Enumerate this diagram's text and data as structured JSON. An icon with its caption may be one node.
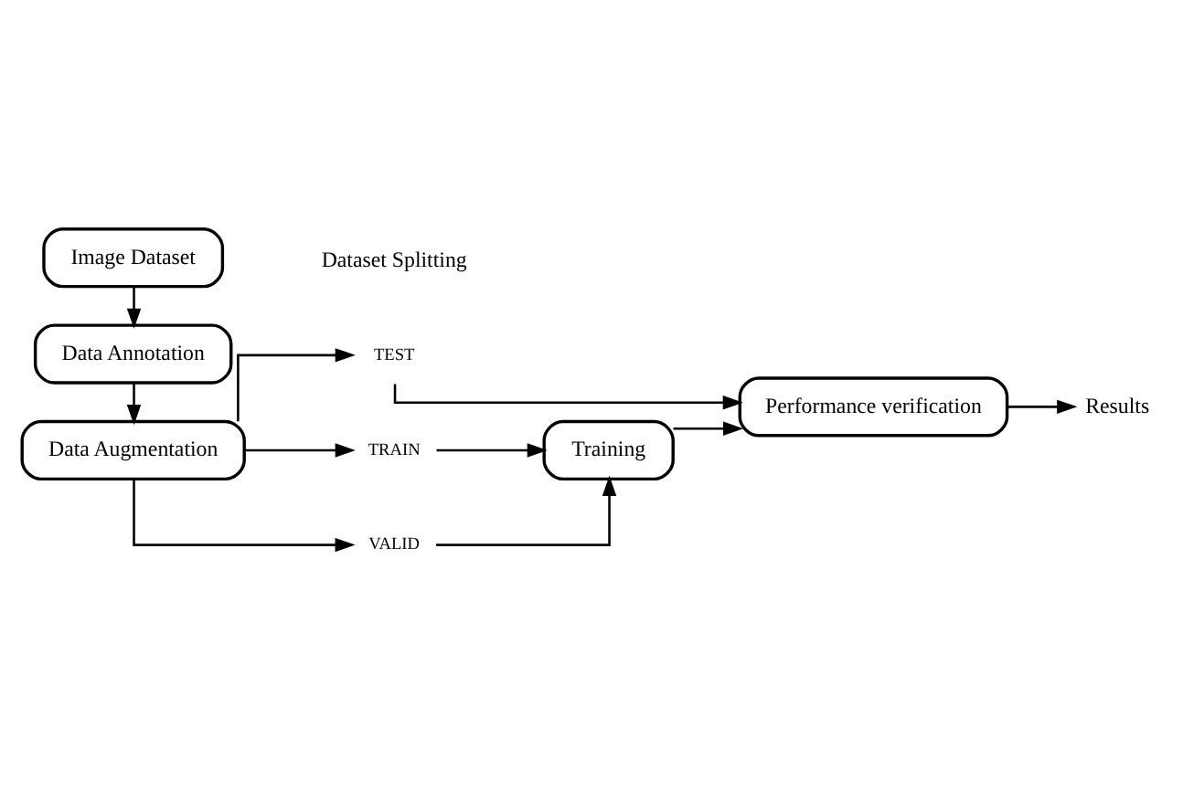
{
  "diagram": {
    "nodes": [
      {
        "text": [
          "Image Dataset"
        ]
      },
      {
        "text": [
          "Data Annotation"
        ]
      },
      {
        "text": [
          "Data Augmentation"
        ]
      },
      {
        "text": [
          "TEST"
        ]
      },
      {
        "text": [
          "TRAIN"
        ]
      },
      {
        "text": [
          "VALID"
        ]
      },
      {
        "text": [
          "Training"
        ]
      },
      {
        "text": [
          "Performance verification"
        ]
      },
      {
        "text": [
          "Results"
        ]
      }
    ],
    "edges": [
      {
        "from": 0,
        "to": 1,
        "arrow": "to"
      },
      {
        "from": 1,
        "to": 2,
        "arrow": "to"
      },
      {
        "from": 2,
        "to": 3,
        "arrow": "to"
      },
      {
        "from": 2,
        "to": 4,
        "arrow": "to"
      },
      {
        "from": 2,
        "to": 5,
        "arrow": "to"
      },
      {
        "from": 3,
        "to": 7,
        "arrow": "to"
      },
      {
        "from": 4,
        "to": 6,
        "arrow": "to"
      },
      {
        "from": 5,
        "to": 6,
        "arrow": "to"
      },
      {
        "from": 6,
        "to": 7,
        "arrow": "to"
      },
      {
        "from": 7,
        "to": 8,
        "arrow": "to"
      }
    ],
    "labels": [
      "Dataset Splitting"
    ]
  }
}
